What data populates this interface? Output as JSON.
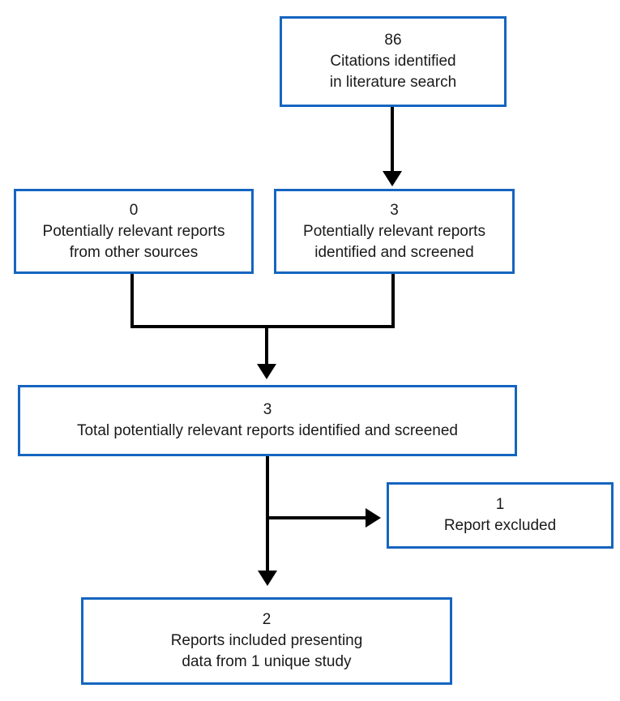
{
  "diagram": {
    "type": "flowchart",
    "description": "Literature search screening flow diagram"
  },
  "colors": {
    "box_border": "#1565C0",
    "box_fill": "#ffffff",
    "arrow": "#000000",
    "text": "#1a1a1a",
    "background": "#ffffff"
  },
  "boxes": {
    "citations": {
      "number": "86",
      "lines": [
        "Citations identified",
        "in literature search"
      ]
    },
    "other_sources": {
      "number": "0",
      "lines": [
        "Potentially relevant reports",
        "from other sources"
      ]
    },
    "identified_screened": {
      "number": "3",
      "lines": [
        "Potentially relevant reports",
        "identified and screened"
      ]
    },
    "total_screened": {
      "number": "3",
      "lines": [
        "Total potentially relevant reports identified and screened"
      ]
    },
    "excluded": {
      "number": "1",
      "lines": [
        "Report excluded"
      ]
    },
    "included": {
      "number": "2",
      "lines": [
        "Reports included presenting",
        "data from 1 unique study"
      ]
    }
  },
  "edges": [
    {
      "from": "citations",
      "to": "identified_screened"
    },
    {
      "from": "other_sources",
      "to": "total_screened"
    },
    {
      "from": "identified_screened",
      "to": "total_screened"
    },
    {
      "from": "total_screened",
      "to": "excluded"
    },
    {
      "from": "total_screened",
      "to": "included"
    }
  ]
}
